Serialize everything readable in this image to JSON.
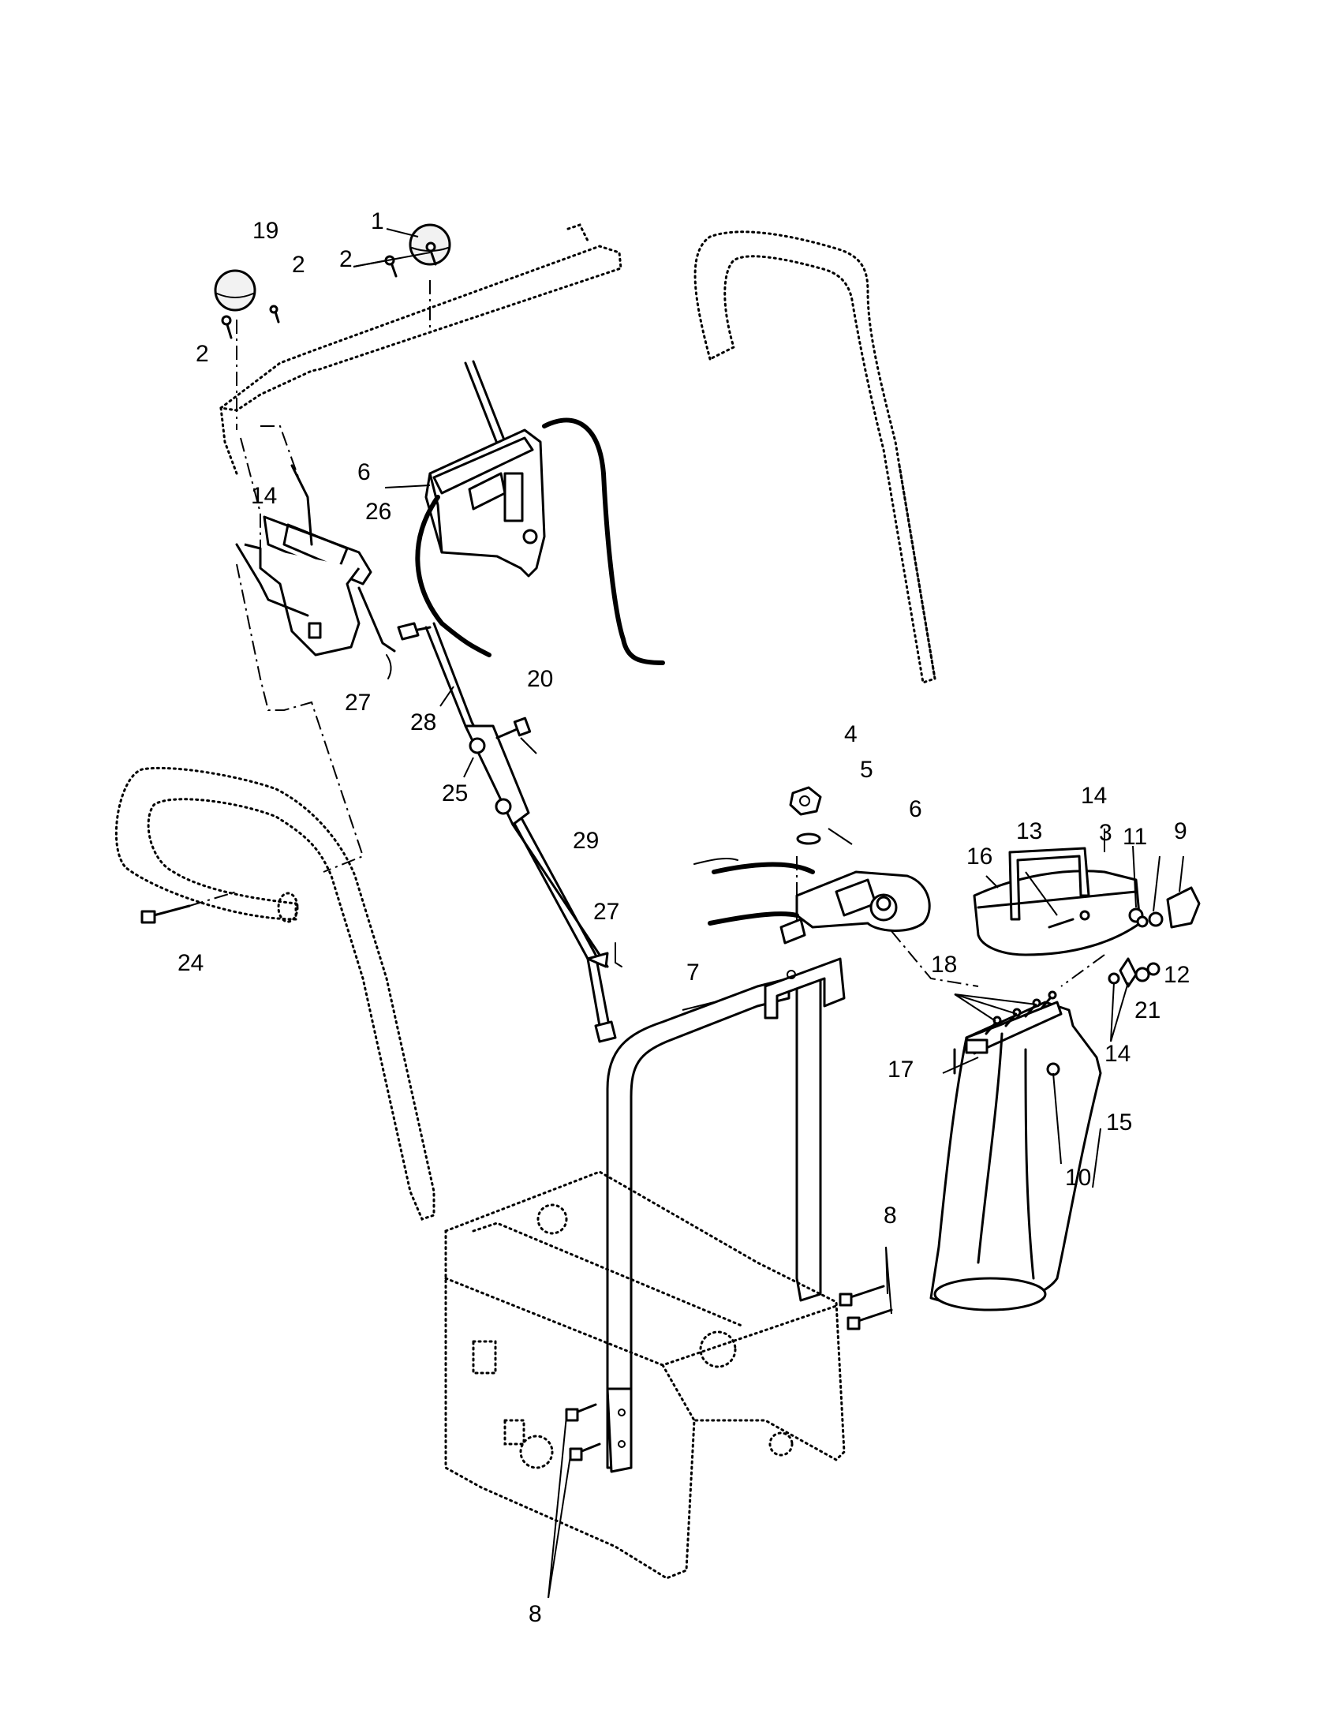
{
  "diagram": {
    "callouts": [
      {
        "id": "c1",
        "text": "1"
      },
      {
        "id": "c19",
        "text": "19"
      },
      {
        "id": "c2a",
        "text": "2"
      },
      {
        "id": "c2b",
        "text": "2"
      },
      {
        "id": "c2c",
        "text": "2"
      },
      {
        "id": "c6a",
        "text": "6"
      },
      {
        "id": "c14a",
        "text": "14"
      },
      {
        "id": "c26",
        "text": "26"
      },
      {
        "id": "c27a",
        "text": "27"
      },
      {
        "id": "c28",
        "text": "28"
      },
      {
        "id": "c20",
        "text": "20"
      },
      {
        "id": "c25",
        "text": "25"
      },
      {
        "id": "c29",
        "text": "29"
      },
      {
        "id": "c27b",
        "text": "27"
      },
      {
        "id": "c24",
        "text": "24"
      },
      {
        "id": "c4",
        "text": "4"
      },
      {
        "id": "c5",
        "text": "5"
      },
      {
        "id": "c6b",
        "text": "6"
      },
      {
        "id": "c14b",
        "text": "14"
      },
      {
        "id": "c13",
        "text": "13"
      },
      {
        "id": "c16",
        "text": "16"
      },
      {
        "id": "c3",
        "text": "3"
      },
      {
        "id": "c11",
        "text": "11"
      },
      {
        "id": "c9",
        "text": "9"
      },
      {
        "id": "c12",
        "text": "12"
      },
      {
        "id": "c21",
        "text": "21"
      },
      {
        "id": "c14c",
        "text": "14"
      },
      {
        "id": "c18",
        "text": "18"
      },
      {
        "id": "c17",
        "text": "17"
      },
      {
        "id": "c15",
        "text": "15"
      },
      {
        "id": "c10",
        "text": "10"
      },
      {
        "id": "c7",
        "text": "7"
      },
      {
        "id": "c8a",
        "text": "8"
      },
      {
        "id": "c8b",
        "text": "8"
      }
    ]
  }
}
